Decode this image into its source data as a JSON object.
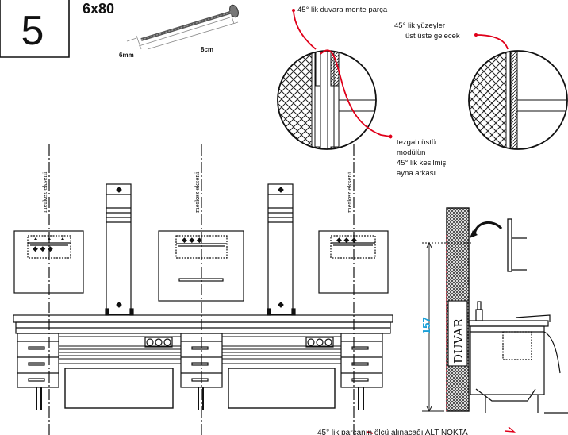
{
  "step": {
    "number": "5"
  },
  "screw": {
    "size": "6x80",
    "diameter": "6mm",
    "length": "8cm"
  },
  "callouts": {
    "wall_mount": "45° lik duvara monte parça",
    "surfaces_line1": "45° lik  yüzeyler",
    "surfaces_line2": "üst üste gelecek",
    "counter_line1": "tezgah üstü",
    "counter_line2": "modülün",
    "counter_line3": "45° lik kesilmiş",
    "counter_line4": "ayna arkası",
    "bottom_note": "45° lik parçanın ölçü alınacağı ALT NOKTA"
  },
  "axes": {
    "label": "merkez ekseni"
  },
  "side_view": {
    "wall_label": "DUVAR",
    "height_value": "157"
  },
  "colors": {
    "line": "#111111",
    "red": "#e0001a",
    "cyan": "#1aa0d8",
    "hatch_gray": "#555555"
  }
}
